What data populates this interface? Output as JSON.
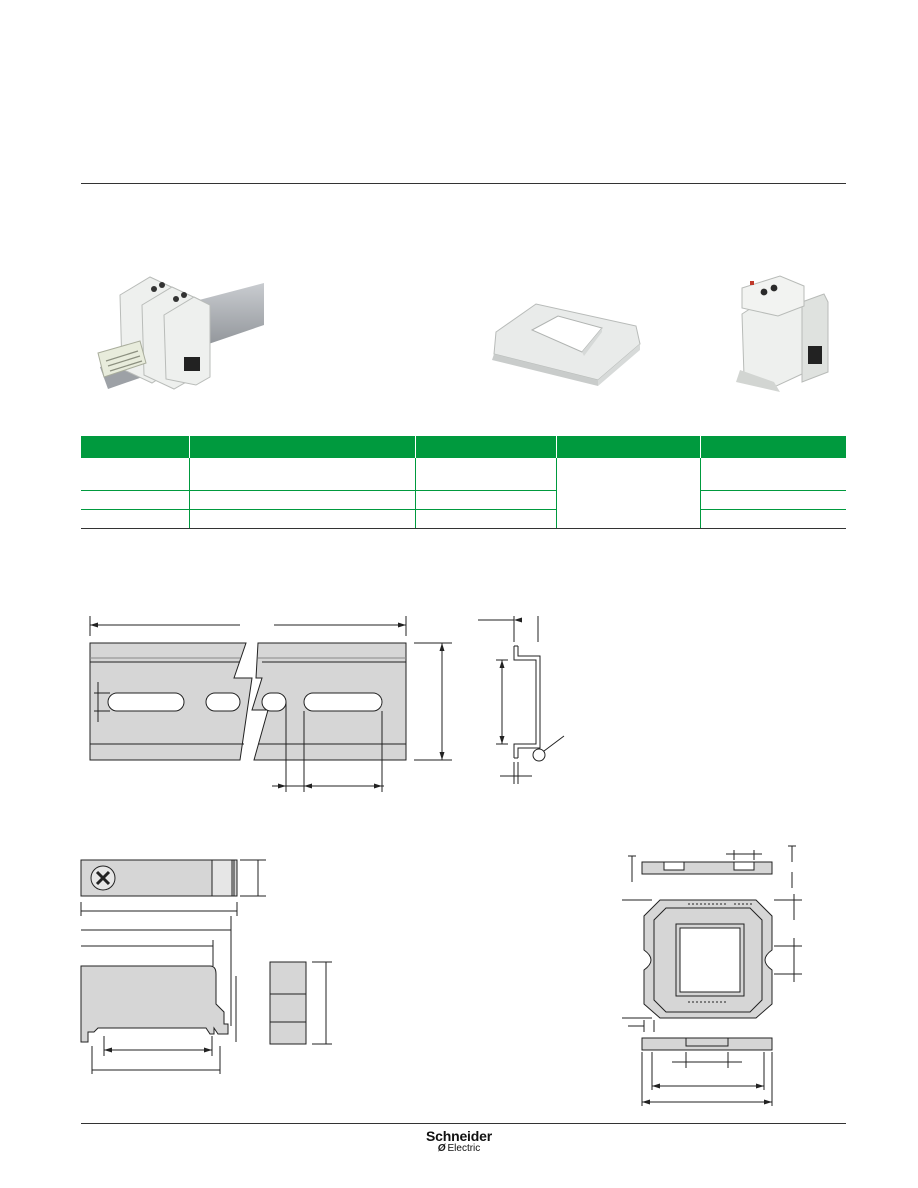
{
  "logo": {
    "brand": "Schneider",
    "sub": "Electric",
    "mark": "Ø"
  },
  "table": {
    "columns": 5,
    "rows": 3
  },
  "colors": {
    "table_header": "#009a3e",
    "drawing_fill": "#d6d6d6",
    "line": "#222222"
  },
  "icons": {
    "screw": "screw-icon"
  }
}
